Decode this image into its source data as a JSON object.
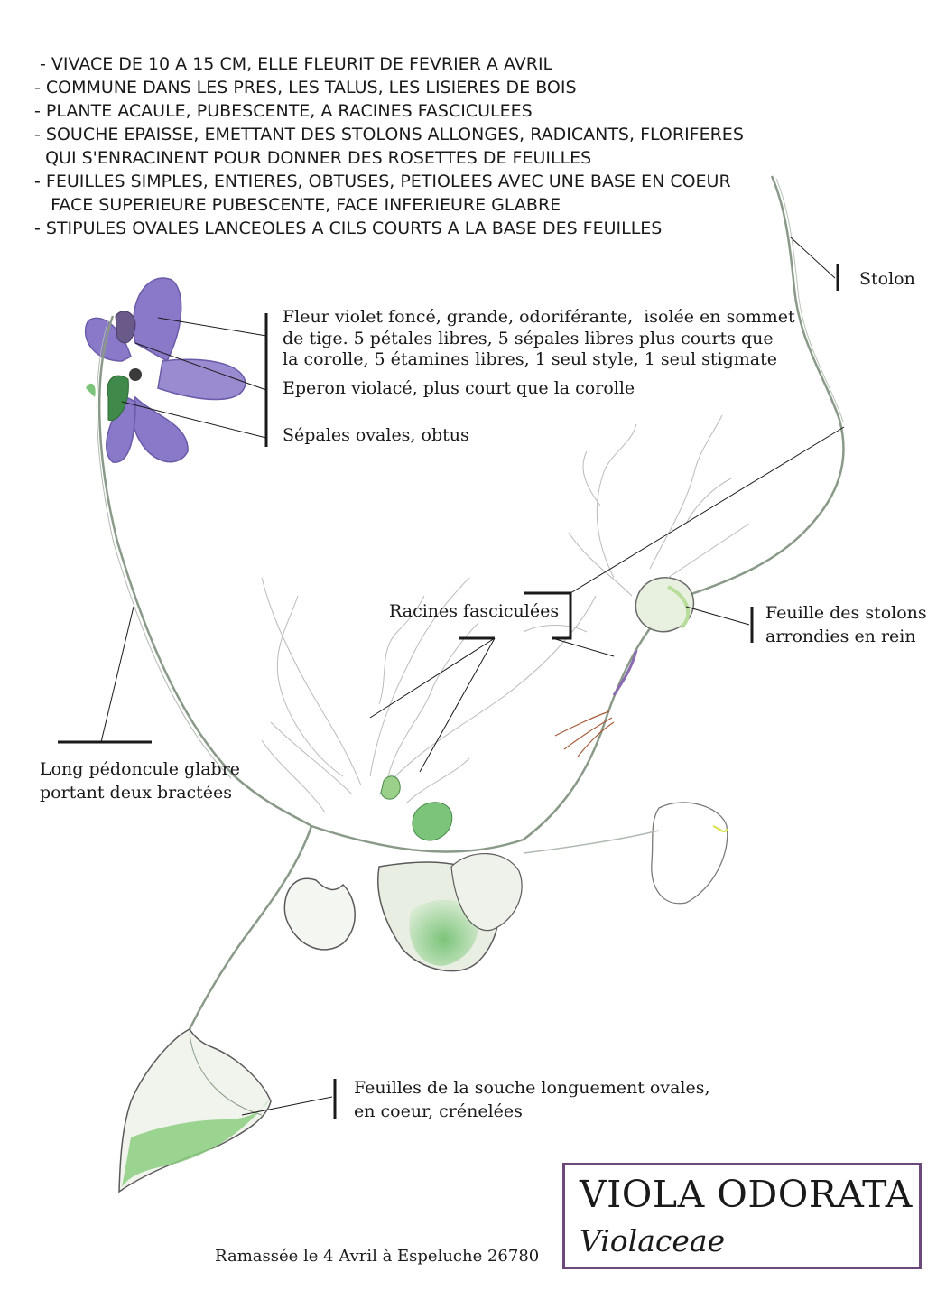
{
  "description_lines": [
    " - VIVACE DE 10 A 15 CM, ELLE FLEURIT DE FEVRIER A AVRIL",
    "- COMMUNE DANS LES PRES, LES TALUS, LES LISIERES DE BOIS",
    "- PLANTE ACAULE, PUBESCENTE, A RACINES FASCICULEES",
    "- SOUCHE EPAISSE, EMETTANT DES STOLONS ALLONGES, RADICANTS, FLORIFERES",
    "  QUI S'ENRACINENT POUR DONNER DES ROSETTES DE FEUILLES",
    "- FEUILLES SIMPLES, ENTIERES, OBTUSES, PETIOLEES AVEC UNE BASE EN COEUR",
    "   FACE SUPERIEURE PUBESCENTE, FACE INFERIEURE GLABRE",
    "- STIPULES OVALES LANCEOLES A CILS COURTS A LA BASE DES FEUILLES"
  ],
  "annotations": {
    "stolon": "Stolon",
    "flower_line1": "Fleur violet foncé, grande, odoriférante,  isolée en sommet",
    "flower_line2": "de tige. 5 pétales libres, 5 sépales libres plus courts que",
    "flower_line3": "la corolle, 5 étamines libres, 1 seul style, 1 seul stigmate",
    "spur": "Eperon violacé, plus court que la corolle",
    "sepals": "Sépales ovales, obtus",
    "roots": "Racines fasciculées",
    "stolon_leaf_line1": "Feuille des stolons",
    "stolon_leaf_line2": "arrondies en rein",
    "peduncle_line1": "Long pédoncule glabre",
    "peduncle_line2": "portant deux bractées",
    "basal_leaf_line1": "Feuilles de la souche longuement ovales,",
    "basal_leaf_line2": "en coeur, crénelées"
  },
  "title": {
    "species": "VIOLA ODORATA",
    "family": "Violaceae"
  },
  "collection_note": "Ramassée le 4 Avril à Espeluche 26780",
  "colors": {
    "petal": "#8a78c8",
    "petal_dark": "#6a5aa8",
    "leaf": "#7cc47a",
    "leaf_light": "#b8dcae",
    "stem": "#8a9a88",
    "frame": "#6b4a7a",
    "ink": "#1a1a1a"
  }
}
